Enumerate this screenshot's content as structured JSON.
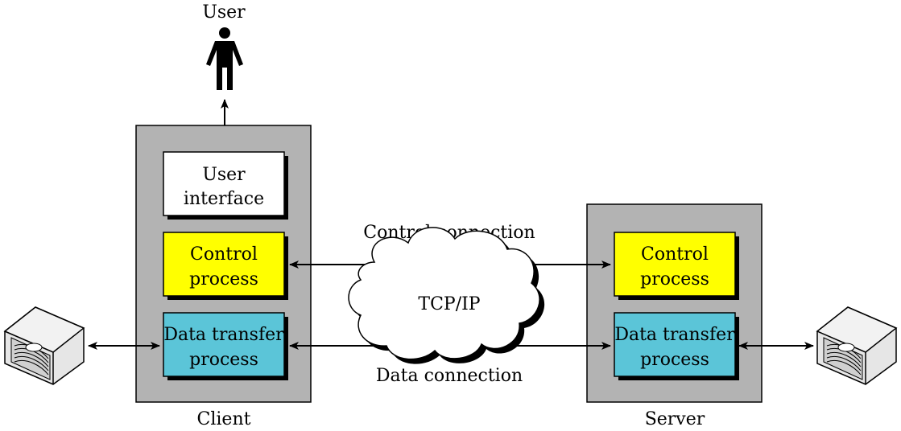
{
  "user": {
    "label": "User"
  },
  "client": {
    "label": "Client",
    "user_interface": {
      "line1": "User",
      "line2": "interface",
      "color": "#ffffff"
    },
    "control_process": {
      "line1": "Control",
      "line2": "process",
      "color": "#ffff00"
    },
    "data_transfer_process": {
      "line1": "Data transfer",
      "line2": "process",
      "color": "#5bc5d8"
    }
  },
  "server": {
    "label": "Server",
    "control_process": {
      "line1": "Control",
      "line2": "process",
      "color": "#ffff00"
    },
    "data_transfer_process": {
      "line1": "Data transfer",
      "line2": "process",
      "color": "#5bc5d8"
    }
  },
  "network": {
    "label": "TCP/IP"
  },
  "connections": {
    "control": "Control connection",
    "data": "Data connection"
  },
  "colors": {
    "container": "#b3b3b3",
    "shadow": "#000000"
  },
  "icons": [
    "person-icon",
    "disk-storage-icon"
  ]
}
